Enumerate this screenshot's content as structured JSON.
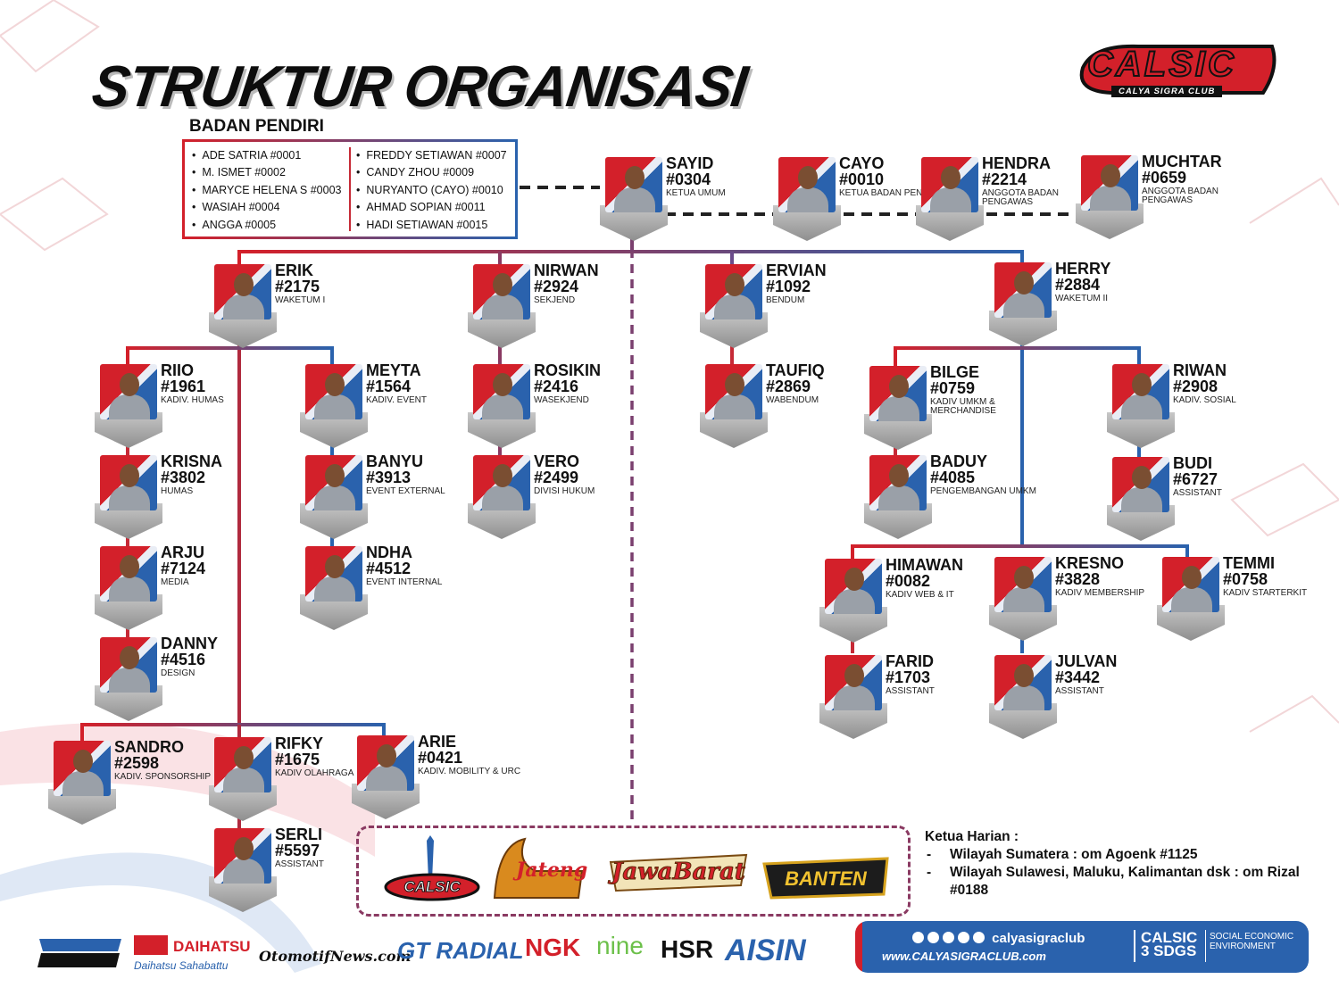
{
  "title": "STRUKTUR ORGANISASI",
  "founders": {
    "title": "BADAN PENDIRI",
    "left": [
      "ADE SATRIA #0001",
      "M. ISMET #0002",
      "MARYCE HELENA S #0003",
      "WASIAH #0004",
      "ANGGA #0005"
    ],
    "right": [
      "FREDDY SETIAWAN #0007",
      "CANDY ZHOU #0009",
      "NURYANTO (CAYO) #0010",
      "AHMAD SOPIAN #0011",
      "HADI SETIAWAN #0015"
    ]
  },
  "logo": {
    "main": "CALSIC",
    "sub": "CALYA SIGRA CLUB"
  },
  "members": {
    "sayid": {
      "name": "SAYID",
      "num": "#0304",
      "role": "KETUA UMUM"
    },
    "cayo": {
      "name": "CAYO",
      "num": "#0010",
      "role": "KETUA BADAN PENGAWAS"
    },
    "hendra": {
      "name": "HENDRA",
      "num": "#2214",
      "role": "ANGGOTA BADAN PENGAWAS"
    },
    "muchtar": {
      "name": "MUCHTAR",
      "num": "#0659",
      "role": "ANGGOTA BADAN PENGAWAS"
    },
    "erik": {
      "name": "ERIK",
      "num": "#2175",
      "role": "WAKETUM I"
    },
    "nirwan": {
      "name": "NIRWAN",
      "num": "#2924",
      "role": "SEKJEND"
    },
    "ervian": {
      "name": "ERVIAN",
      "num": "#1092",
      "role": "BENDUM"
    },
    "herry": {
      "name": "HERRY",
      "num": "#2884",
      "role": "WAKETUM II"
    },
    "riio": {
      "name": "RIIO",
      "num": "#1961",
      "role": "KADIV. HUMAS"
    },
    "meyta": {
      "name": "MEYTA",
      "num": "#1564",
      "role": "KADIV. EVENT"
    },
    "rosikin": {
      "name": "ROSIKIN",
      "num": "#2416",
      "role": "WASEKJEND"
    },
    "taufiq": {
      "name": "TAUFIQ",
      "num": "#2869",
      "role": "WABENDUM"
    },
    "bilge": {
      "name": "BILGE",
      "num": "#0759",
      "role": "KADIV UMKM & MERCHANDISE"
    },
    "riwan": {
      "name": "RIWAN",
      "num": "#2908",
      "role": "KADIV. SOSIAL"
    },
    "krisna": {
      "name": "KRISNA",
      "num": "#3802",
      "role": "HUMAS"
    },
    "banyu": {
      "name": "BANYU",
      "num": "#3913",
      "role": "EVENT EXTERNAL"
    },
    "vero": {
      "name": "VERO",
      "num": "#2499",
      "role": "DIVISI HUKUM"
    },
    "baduy": {
      "name": "BADUY",
      "num": "#4085",
      "role": "PENGEMBANGAN UMKM"
    },
    "budi": {
      "name": "BUDI",
      "num": "#6727",
      "role": "ASSISTANT"
    },
    "arju": {
      "name": "ARJU",
      "num": "#7124",
      "role": "MEDIA"
    },
    "ndha": {
      "name": "NDHA",
      "num": "#4512",
      "role": "EVENT INTERNAL"
    },
    "himawan": {
      "name": "HIMAWAN",
      "num": "#0082",
      "role": "KADIV WEB & IT"
    },
    "kresno": {
      "name": "KRESNO",
      "num": "#3828",
      "role": "KADIV MEMBERSHIP"
    },
    "temmi": {
      "name": "TEMMI",
      "num": "#0758",
      "role": "KADIV STARTERKIT"
    },
    "danny": {
      "name": "DANNY",
      "num": "#4516",
      "role": "DESIGN"
    },
    "farid": {
      "name": "FARID",
      "num": "#1703",
      "role": "ASSISTANT"
    },
    "julvan": {
      "name": "JULVAN",
      "num": "#3442",
      "role": "ASSISTANT"
    },
    "sandro": {
      "name": "SANDRO",
      "num": "#2598",
      "role": "KADIV. SPONSORSHIP"
    },
    "rifky": {
      "name": "RIFKY",
      "num": "#1675",
      "role": "KADIV OLAHRAGA"
    },
    "arie": {
      "name": "ARIE",
      "num": "#0421",
      "role": "KADIV. MOBILITY & URC"
    },
    "serli": {
      "name": "SERLI",
      "num": "#5597",
      "role": "ASSISTANT"
    }
  },
  "regional": [
    "CALSIC",
    "Jateng",
    "JawaBarat",
    "BANTEN"
  ],
  "harian": {
    "title": "Ketua Harian :",
    "rows": [
      "Wilayah Sumatera : om Agoenk #1125",
      "Wilayah Sulawesi, Maluku, Kalimantan dsk : om Rizal #0188"
    ]
  },
  "footer": {
    "social": "calyasigraclub",
    "web": "www.CALYASIGRACLUB.com",
    "sdg_main": "CALSIC 3 SDGS",
    "sdg_sub": "SOCIAL ECONOMIC ENVIRONMENT"
  },
  "sponsors": [
    "DAIHATSU",
    "Daihatsu Sahabattu",
    "OtomotifNews.com",
    "GT RADIAL",
    "NGK",
    "nine",
    "HSR",
    "AISIN"
  ],
  "colors": {
    "red": "#d3202a",
    "blue": "#2a62ad",
    "purple": "#7a3f6e"
  }
}
